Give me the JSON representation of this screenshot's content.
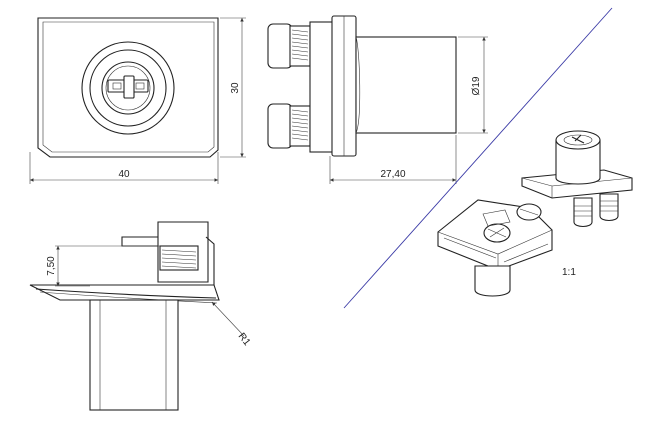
{
  "drawing": {
    "front_view": {
      "width_label": "40",
      "height_label": "30"
    },
    "side_view": {
      "length_label": "27,40",
      "diameter_label": "Ø19"
    },
    "bottom_view": {
      "offset_label": "7,50",
      "radius_label": "R1"
    },
    "iso_view": {
      "scale_label": "1:1"
    }
  },
  "colors": {
    "line": "#222222",
    "divider": "#3a3aa6",
    "background": "#ffffff"
  }
}
